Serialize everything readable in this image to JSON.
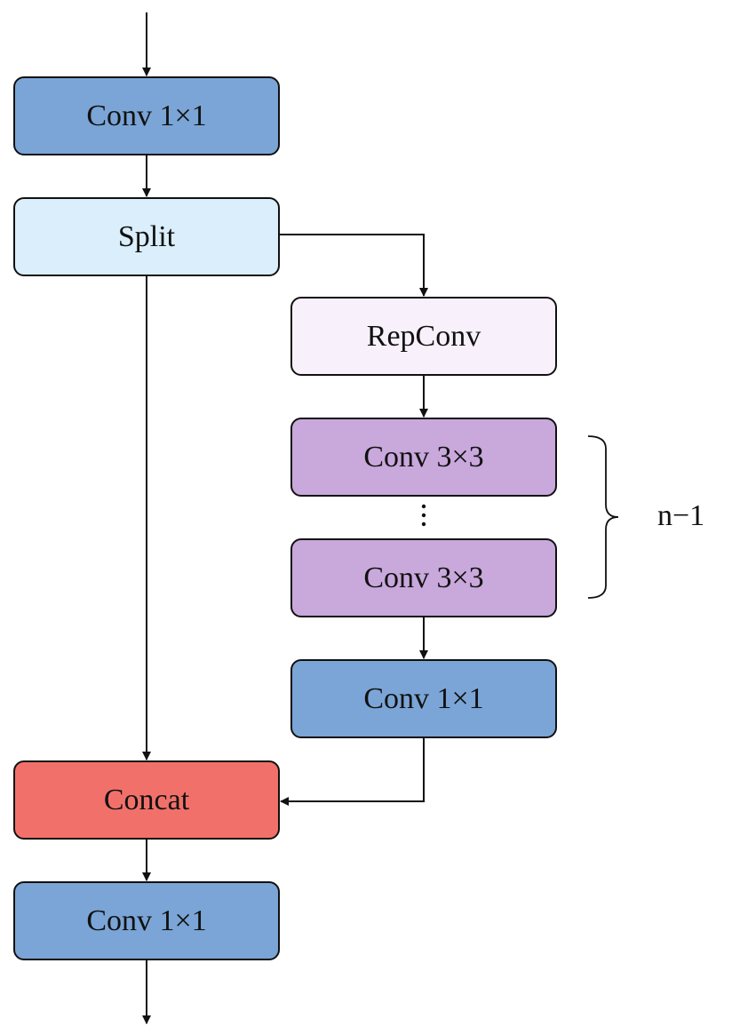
{
  "blocks": {
    "conv_top": "Conv 1×1",
    "split": "Split",
    "repconv": "RepConv",
    "conv3_first": "Conv 3×3",
    "conv3_last": "Conv 3×3",
    "conv_mid": "Conv 1×1",
    "concat": "Concat",
    "conv_bottom": "Conv 1×1"
  },
  "repeat_label": "n−1",
  "colors": {
    "conv1x1": "#7aa5d6",
    "split": "#daeefb",
    "repconv": "#f8f1fb",
    "conv3x3": "#c9a8dc",
    "concat": "#f1716a"
  }
}
